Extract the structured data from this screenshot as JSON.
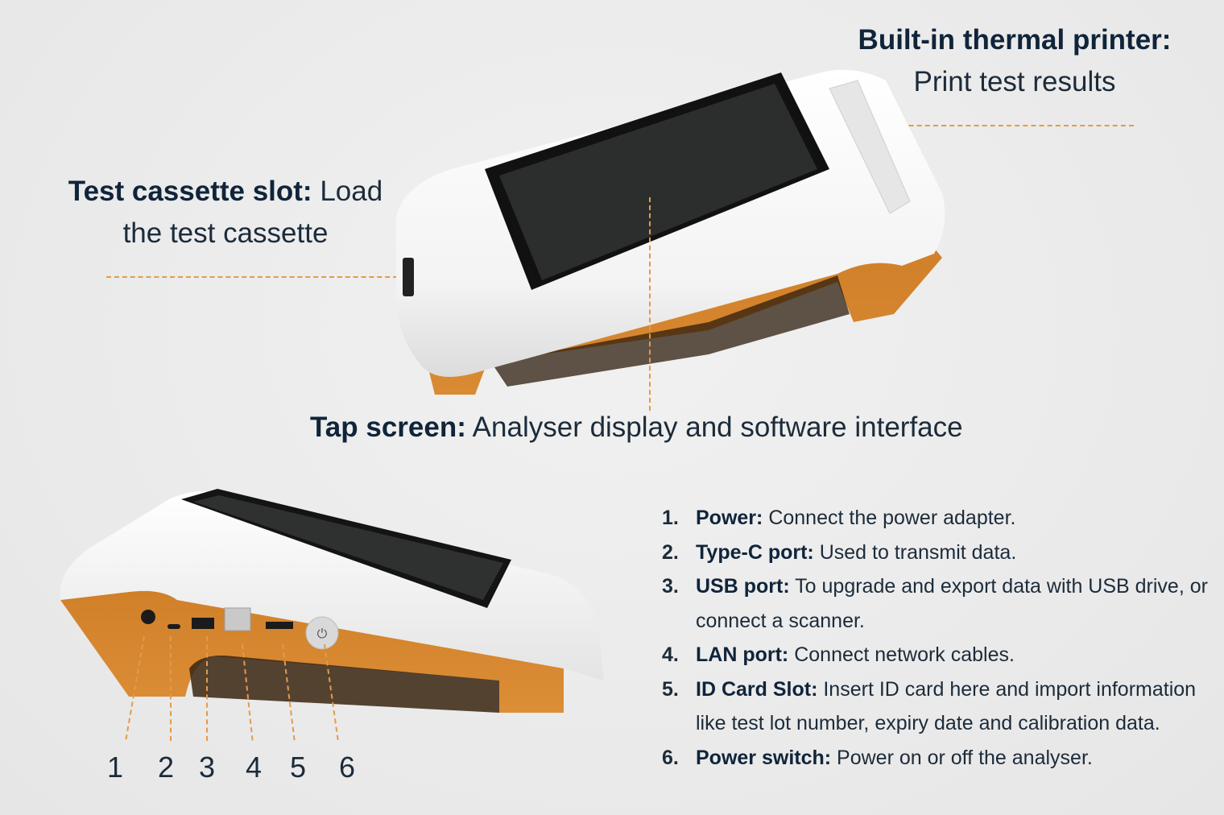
{
  "callouts": {
    "printer": {
      "title": "Built-in thermal printer:",
      "desc": "Print test results"
    },
    "cassette": {
      "title": "Test cassette slot:",
      "desc_line1": "Load",
      "desc_line2": "the test cassette"
    },
    "screen": {
      "title": "Tap screen:",
      "desc": "Analyser display and software interface"
    }
  },
  "port_numbers": [
    "1",
    "2",
    "3",
    "4",
    "5",
    "6"
  ],
  "ports": [
    {
      "num": "1.",
      "title": "Power:",
      "desc": "Connect the power adapter."
    },
    {
      "num": "2.",
      "title": "Type-C port:",
      "desc": "Used to transmit data."
    },
    {
      "num": "3.",
      "title": "USB port:",
      "desc": "To upgrade and export data with USB drive, or connect a scanner."
    },
    {
      "num": "4.",
      "title": "LAN port:",
      "desc": "Connect network cables."
    },
    {
      "num": "5.",
      "title": "ID Card Slot:",
      "desc": "Insert ID card here and import information like test lot number, expiry date and calibration data."
    },
    {
      "num": "6.",
      "title": "Power switch:",
      "desc": "Power on or off the analyser."
    }
  ],
  "colors": {
    "background": "#ebebeb",
    "accent_orange": "#d4822a",
    "dash_orange": "#e39a4a",
    "text_navy": "#1c2b3a",
    "device_white": "#f7f7f7",
    "screen_dark": "#2a2c2b"
  }
}
